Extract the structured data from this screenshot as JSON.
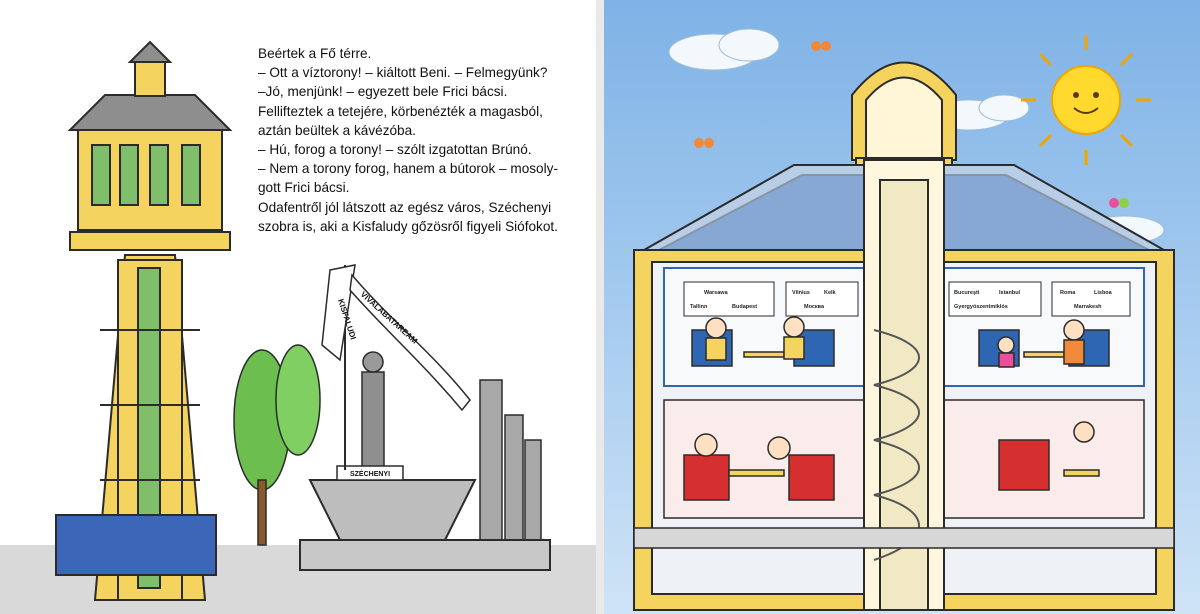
{
  "story_lines": [
    "Beértek a Fő térre.",
    "– Ott a víztorony! – kiáltott Beni. – Felmegyünk?",
    "–Jó, menjünk! – egyezett bele Frici bácsi.",
    "Fellifteztek a tetejére, körbenézték a magasból,",
    "aztán beültek a kávézóba.",
    "– Hú, forog a torony! – szólt izgatottan Brúnó.",
    "– Nem a torony forog, hanem a bútorok – mosoly-",
    "gott Frici bácsi.",
    "Odafentről jól látszott az egész város, Széchenyi",
    "szobra is, aki a Kisfaludy gőzösről figyeli Siófokot."
  ],
  "monument": {
    "flag_text": "KISFALUDI",
    "banner_text": "VIVALABATAREAM",
    "plaque_text": "SZÉCHENYI"
  },
  "city_signs": {
    "sign1": [
      "Warsawa",
      "Tallinn",
      "Budapest"
    ],
    "sign2": [
      "Vilnius",
      "Kelk",
      "Москва"
    ],
    "sign3": [
      "București",
      "Istanbul",
      "Gyergyószentmiklós"
    ],
    "sign4": [
      "Roma",
      "Lisboa",
      "Marrakesh"
    ]
  },
  "colors": {
    "tower_yellow": "#f4d35e",
    "tower_outline": "#2b2b2b",
    "roof_grey": "#8e8e8e",
    "glass_green": "#7fbf6a",
    "blue_trim": "#2f66b3",
    "sky_top": "#7fb2e6",
    "sun": "#ffd92e"
  }
}
